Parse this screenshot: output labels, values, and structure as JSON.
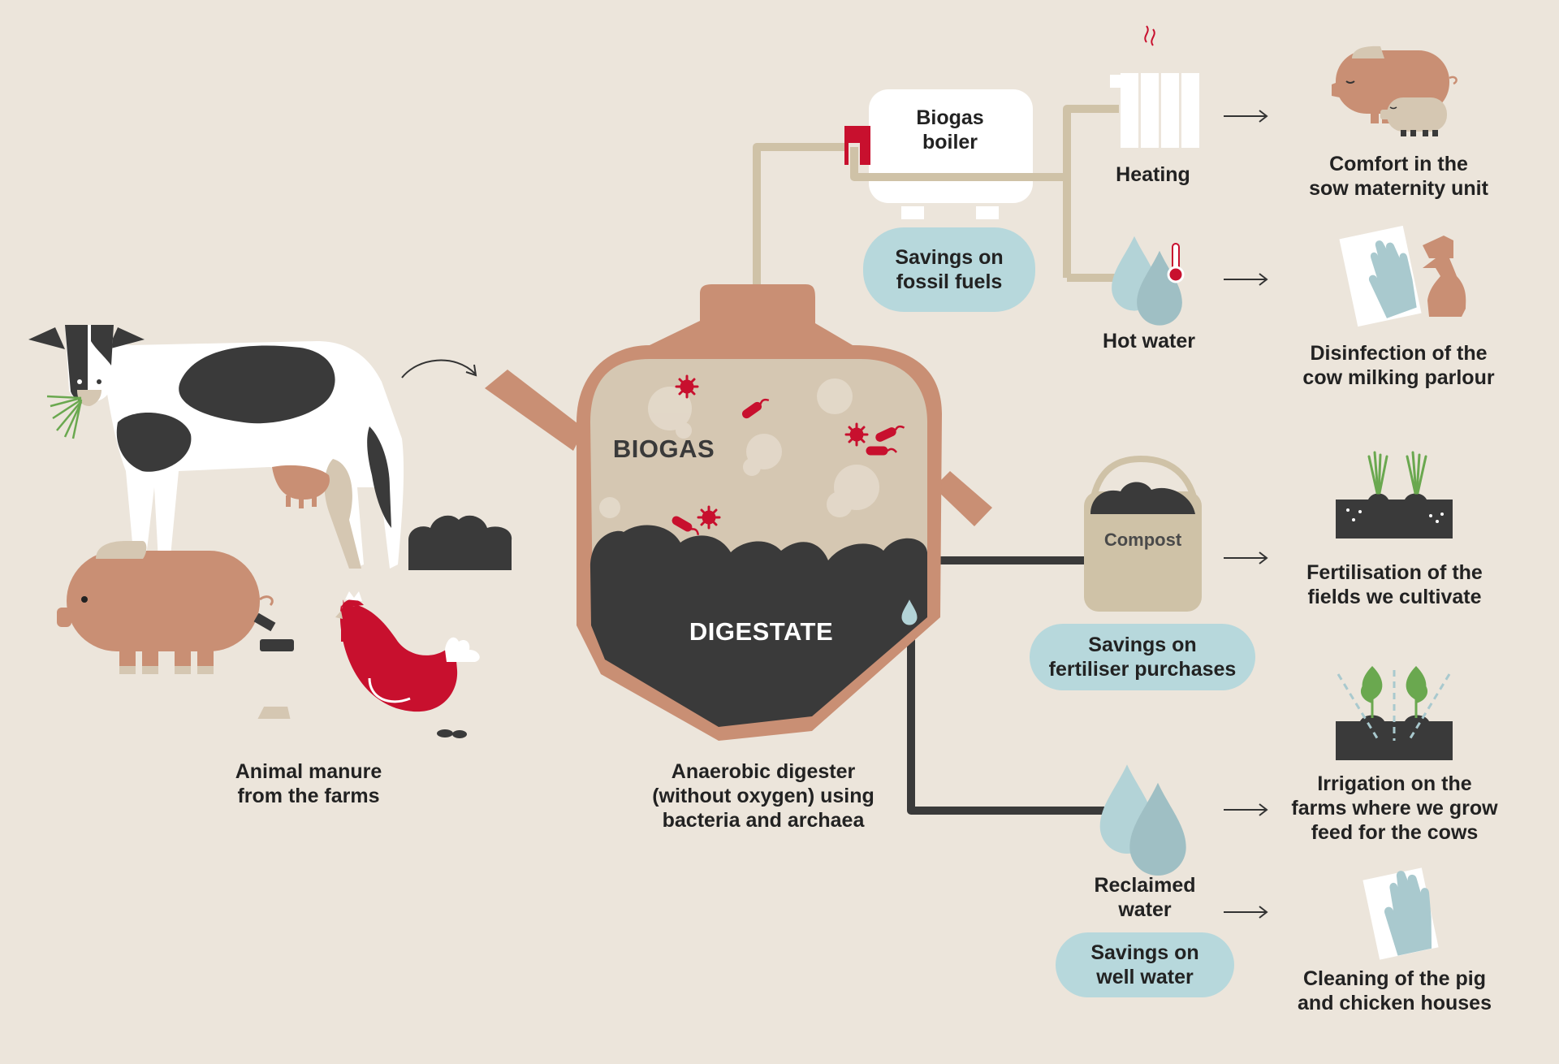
{
  "colors": {
    "background": "#ece5db",
    "terracotta": "#c98f74",
    "biogas_fill": "#d5c7b2",
    "digestate": "#3a3a3a",
    "pipe_tan": "#cfc2a7",
    "savings_pill": "#b7d8dc",
    "water_drop": "#b3d3d7",
    "accent_red": "#c8102e",
    "leaf_green": "#6aa84f"
  },
  "inputs": {
    "manure_label": "Animal manure\nfrom the farms"
  },
  "digester": {
    "biogas_label": "BIOGAS",
    "digestate_label": "DIGESTATE",
    "caption": "Anaerobic digester\n(without oxygen) using\nbacteria and archaea"
  },
  "boiler": {
    "label": "Biogas\nboiler",
    "savings": "Savings on\nfossil fuels"
  },
  "outputs": {
    "heating": "Heating",
    "hot_water": "Hot water",
    "compost": "Compost",
    "compost_savings": "Savings on\nfertiliser purchases",
    "reclaimed_water": "Reclaimed\nwater",
    "water_savings": "Savings on\nwell water"
  },
  "uses": {
    "sow": "Comfort in the\nsow maternity unit",
    "disinfection": "Disinfection of the\ncow milking parlour",
    "fertilisation": "Fertilisation of the\nfields we cultivate",
    "irrigation": "Irrigation on the\nfarms where we grow\nfeed for the cows",
    "cleaning": "Cleaning of the pig\nand chicken houses"
  },
  "icons": [
    "cow-icon",
    "pig-icon",
    "chicken-icon",
    "manure-pile-icon",
    "digester-tank-icon",
    "bacteria-icon",
    "boiler-icon",
    "radiator-icon",
    "thermometer-icon",
    "water-drops-icon",
    "compost-bucket-icon",
    "sow-piglet-icon",
    "glove-spray-icon",
    "crops-soil-icon",
    "irrigated-crops-icon",
    "glove-paper-icon",
    "arrow-right-icon"
  ]
}
